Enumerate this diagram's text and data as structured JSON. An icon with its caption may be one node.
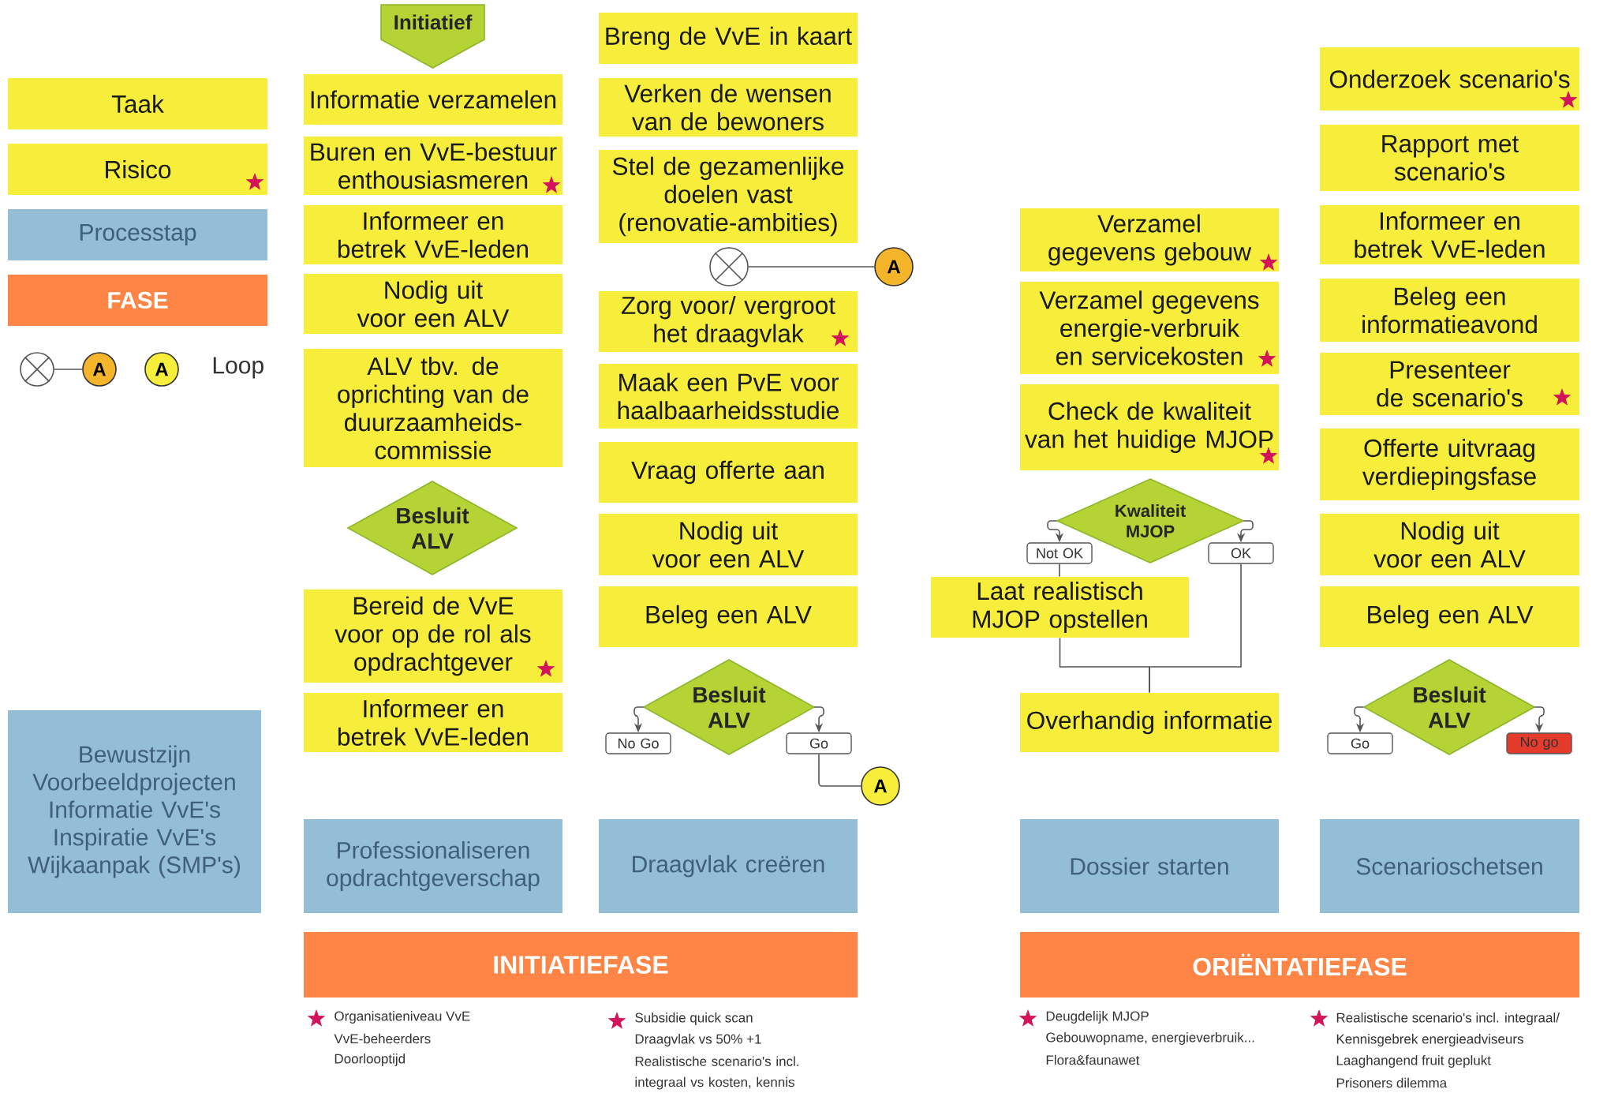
{
  "diagram": {
    "nodes": [
      {
        "text": [
          "Taak"
        ]
      },
      {
        "text": [
          "Risico"
        ]
      },
      {
        "text": [
          "Processtap"
        ]
      },
      {
        "text": [
          "FASE"
        ]
      },
      {
        "text": [],
        "shape": "circle"
      },
      {
        "text": [
          "A"
        ]
      },
      {
        "text": [
          "A"
        ]
      },
      {
        "text": [
          "Bewustzijn",
          "Voorbeeldprojecten",
          "Informatie VvE's",
          "Inspiratie VvE's",
          "Wijkaanpak (SMP's)"
        ]
      },
      {
        "text": [
          "Initiatief"
        ]
      },
      {
        "text": [
          "Informatie verzamelen"
        ]
      },
      {
        "text": [
          "Buren en VvE-bestuur enthousiasmeren"
        ]
      },
      {
        "text": [
          "Informeer en betrek VvE-leden"
        ]
      },
      {
        "text": [
          "Nodig uit voor een ALV"
        ]
      },
      {
        "text": [
          "ALV tbv. de oprichting van de duurzaamheids-commissie"
        ]
      },
      {
        "text": [
          "Besluit ALV"
        ]
      },
      {
        "text": [
          "Bereid de VvE voor op de rol als opdrachtgever"
        ]
      },
      {
        "text": [
          "Informeer en betrek VvE-leden"
        ]
      },
      {
        "text": [
          "Professionaliseren opdrachtgeverschap"
        ]
      },
      {
        "text": [
          "Breng de VvE in kaart"
        ]
      },
      {
        "text": [
          "Verken de wensen van de bewoners"
        ]
      },
      {
        "text": [
          "Stel de gezamenlijke doelen vast (renovatie-ambities)"
        ]
      },
      {
        "text": [],
        "shape": "circle"
      },
      {
        "text": [
          "A"
        ]
      },
      {
        "text": [
          "Zorg voor/ vergroot het draagvlak"
        ]
      },
      {
        "text": [
          "Maak een PvE voor haalbaarheidsstudie"
        ]
      },
      {
        "text": [
          "Vraag offerte aan"
        ]
      },
      {
        "text": [
          "Nodig uit voor een ALV"
        ]
      },
      {
        "text": [
          "Beleg een ALV"
        ]
      },
      {
        "text": [
          "Besluit ALV"
        ]
      },
      {
        "text": [
          "No Go"
        ]
      },
      {
        "text": [
          "Go"
        ]
      },
      {
        "text": [
          "A"
        ]
      },
      {
        "text": [
          "Draagvlak creëren"
        ]
      },
      {
        "text": [
          "Verzamel gegevens gebouw"
        ]
      },
      {
        "text": [
          "Verzamel gegevens energie-verbruik en servicekosten"
        ]
      },
      {
        "text": [
          "Check de kwaliteit van het huidige MJOP"
        ]
      },
      {
        "text": [
          "Kwaliteit MJOP"
        ]
      },
      {
        "text": [
          "Not OK"
        ]
      },
      {
        "text": [
          "OK"
        ]
      },
      {
        "text": [
          "Laat realistisch MJOP opstellen"
        ]
      },
      {
        "text": [
          "Overhandig informatie"
        ]
      },
      {
        "text": [
          "Dossier starten"
        ]
      },
      {
        "text": [
          "Onderzoek scenario's"
        ]
      },
      {
        "text": [
          "Rapport met scenario's"
        ]
      },
      {
        "text": [
          "Informeer en betrek VvE-leden"
        ]
      },
      {
        "text": [
          "Beleg een informatieavond"
        ]
      },
      {
        "text": [
          "Presenteer de scenario's"
        ]
      },
      {
        "text": [
          "Offerte uitvraag verdiepingsfase"
        ]
      },
      {
        "text": [
          "Nodig uit voor een ALV"
        ]
      },
      {
        "text": [
          "Beleg een ALV"
        ]
      },
      {
        "text": [
          "Besluit ALV"
        ]
      },
      {
        "text": [
          "Go"
        ]
      },
      {
        "text": [
          "No go"
        ]
      },
      {
        "text": [
          "Scenarioschetsen"
        ]
      },
      {
        "text": [
          "INITIATIEFASE"
        ]
      },
      {
        "text": [
          "ORIËNTATIEFASE"
        ]
      }
    ],
    "edges": [
      {
        "from": 4,
        "to": 5,
        "arrow": "none"
      },
      {
        "from": 21,
        "to": 22,
        "arrow": "none"
      },
      {
        "from": 28,
        "to": 29,
        "arrow": "to"
      },
      {
        "from": 28,
        "to": 30,
        "arrow": "to"
      },
      {
        "from": 30,
        "to": 31,
        "arrow": "none"
      },
      {
        "from": 36,
        "to": 37,
        "arrow": "to"
      },
      {
        "from": 36,
        "to": 38,
        "arrow": "to"
      },
      {
        "from": 37,
        "to": 39,
        "arrow": "none"
      },
      {
        "from": 39,
        "to": 40,
        "arrow": "none"
      },
      {
        "from": 38,
        "to": 40,
        "arrow": "none"
      },
      {
        "from": 50,
        "to": 51,
        "arrow": "to"
      },
      {
        "from": 50,
        "to": 52,
        "arrow": "to"
      }
    ],
    "labels": [
      "Loop",
      "Organisatieniveau VvE",
      "VvE-beheerders",
      "Doorlooptijd",
      "Subsidie quick scan",
      "Draagvlak vs 50% +1",
      "Realistische scenario's incl. integraal vs kosten, kennis",
      "Deugdelijk MJOP",
      "Gebouwopname, energieverbruik...",
      "Flora&faunawet",
      "Realistische scenario's incl. integraal/",
      "Kennisgebrek energieadviseurs",
      "Laaghangend fruit geplukt",
      "Prisoners dilemma"
    ]
  }
}
